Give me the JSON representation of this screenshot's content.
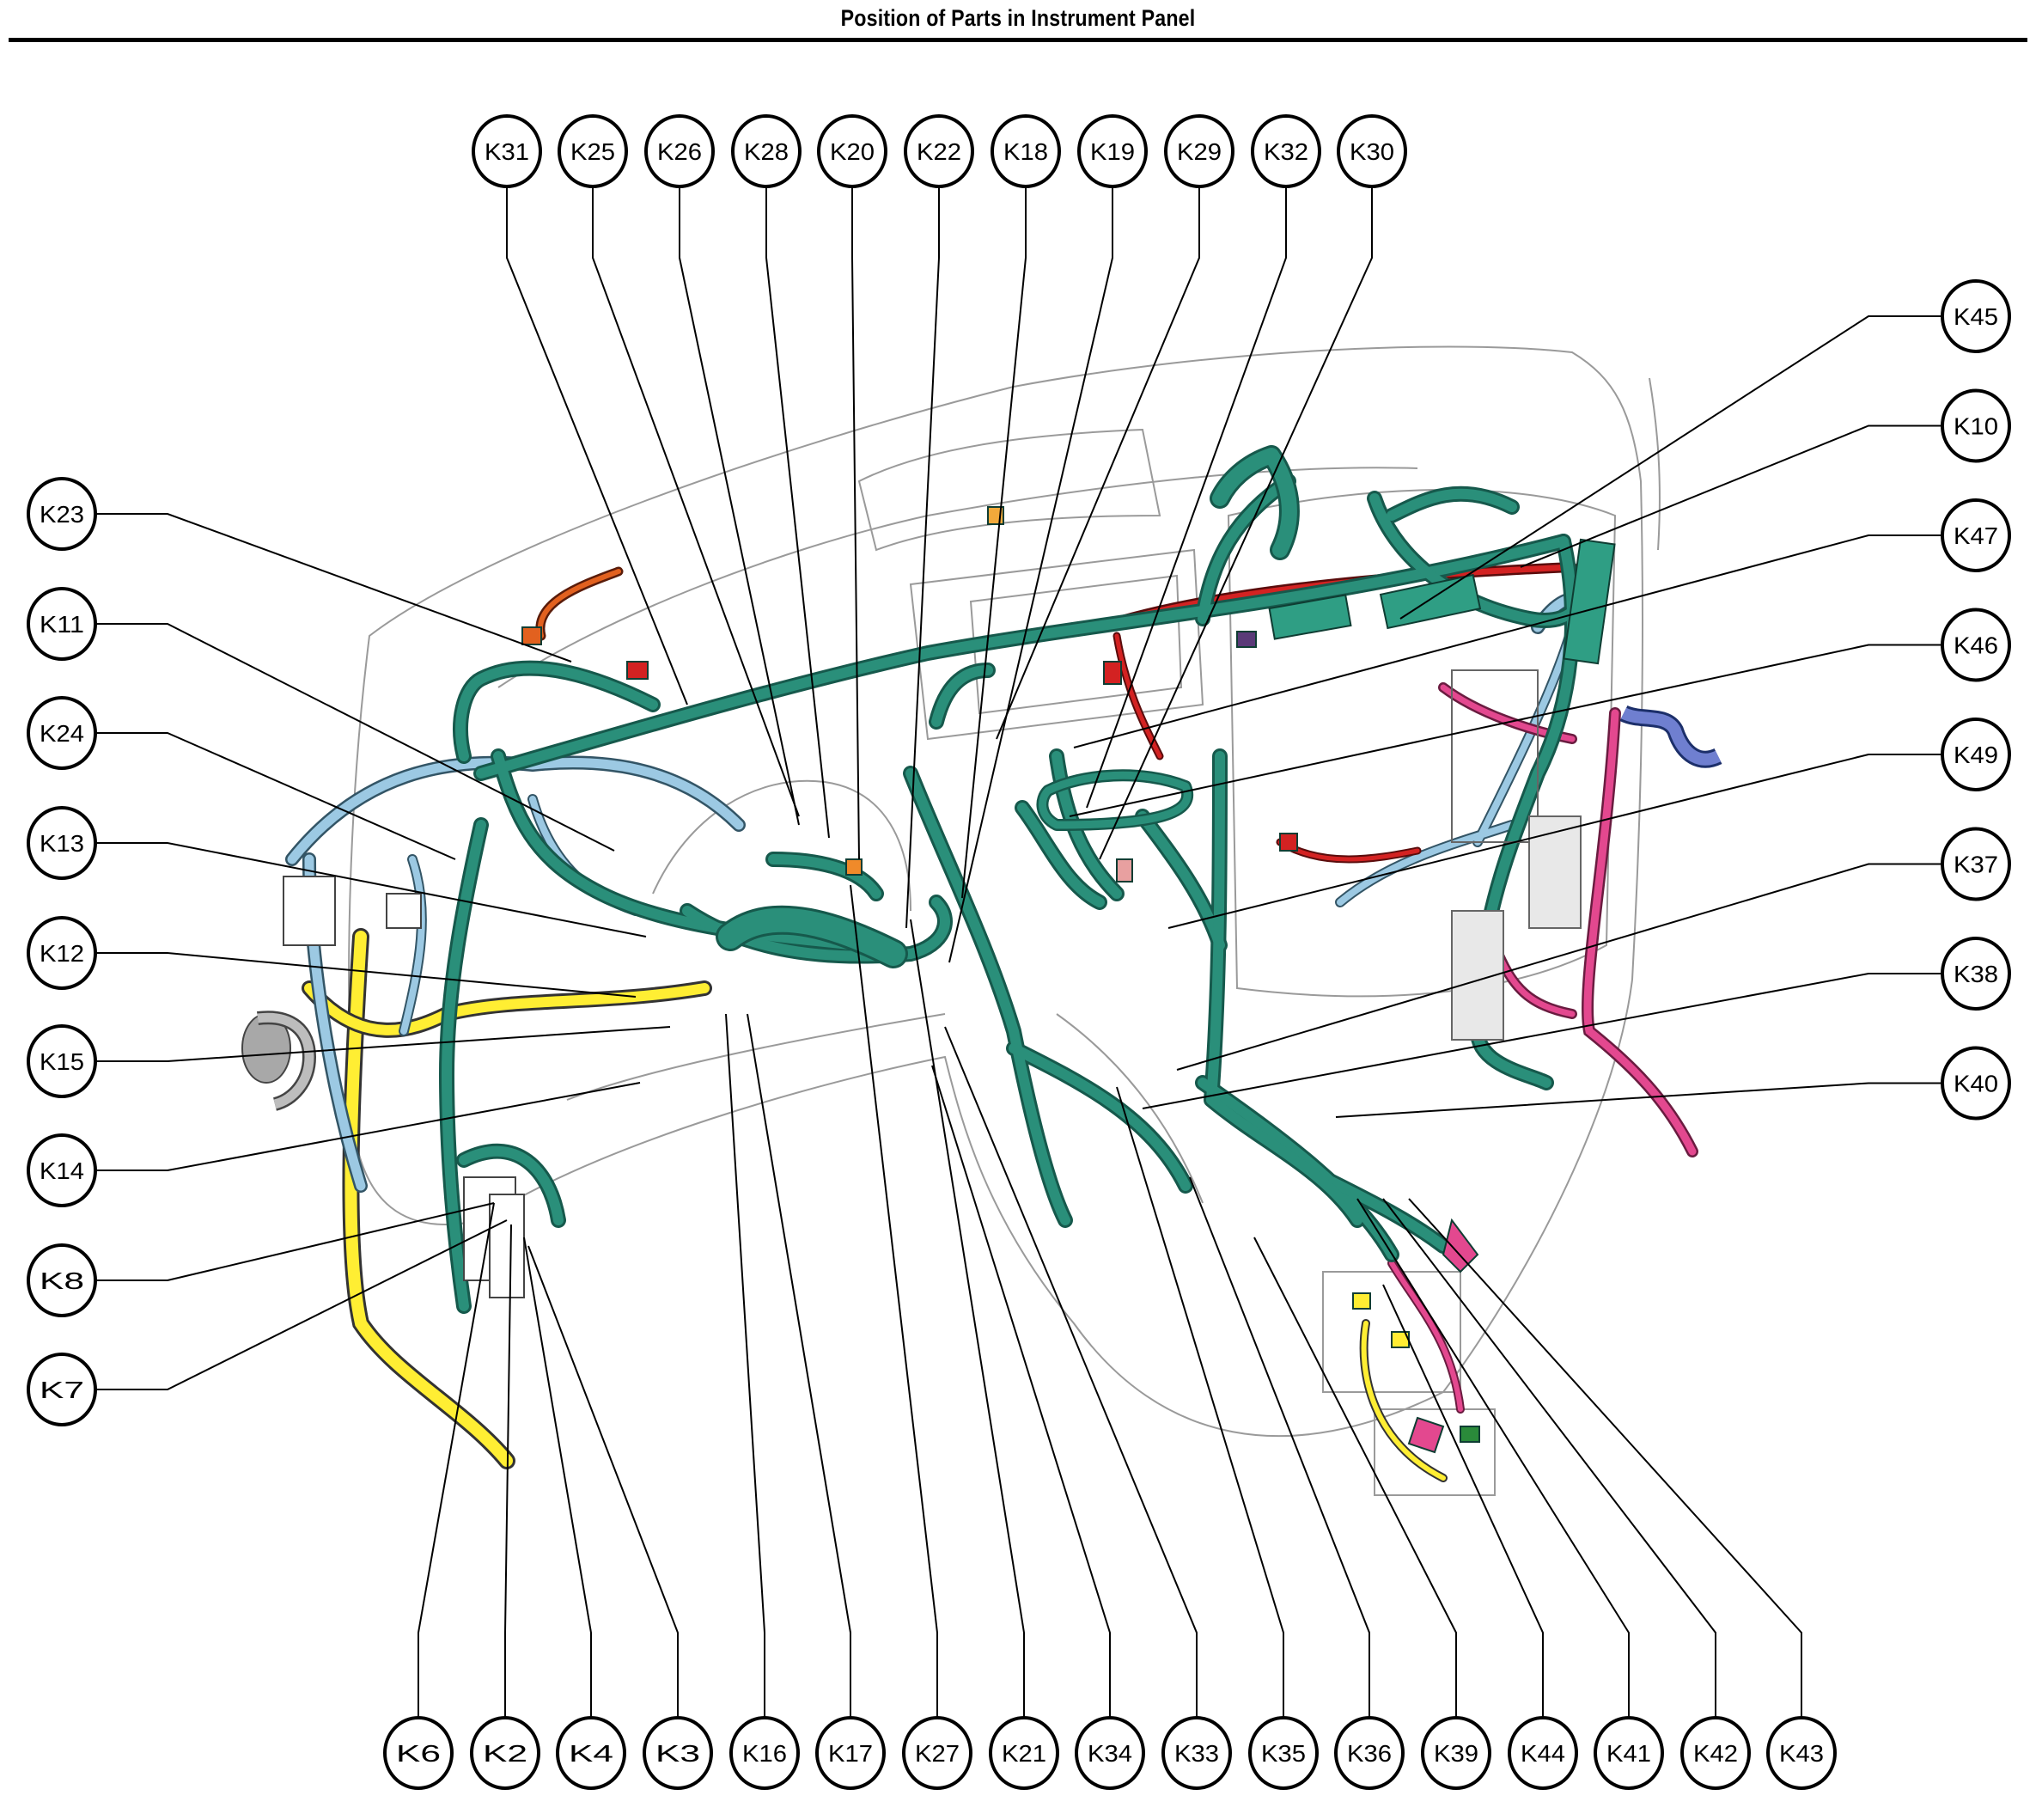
{
  "title": "Position of Parts in Instrument Panel",
  "colors": {
    "harness_main": "#2a8f7a",
    "harness_dark": "#16594c",
    "connector": "#2f9e84",
    "yellow_wire": "#ffee33",
    "blue_wire": "#9cc9e3",
    "pink_wire": "#e3488f",
    "red_wire": "#d32222",
    "orange_wire": "#e2611f",
    "panel_outline": "#9a9a9a",
    "gray_part": "#a8a8a8",
    "purple_part": "#5a3a78",
    "label_line": "#000000"
  },
  "callouts": {
    "top": [
      "K31",
      "K25",
      "K26",
      "K28",
      "K20",
      "K22",
      "K18",
      "K19",
      "K29",
      "K32",
      "K30"
    ],
    "left": [
      "K23",
      "K11",
      "K24",
      "K13",
      "K12",
      "K15",
      "K14",
      "K8",
      "K7"
    ],
    "right": [
      "K45",
      "K10",
      "K47",
      "K46",
      "K49",
      "K37",
      "K38",
      "K40"
    ],
    "bottom": [
      "K6",
      "K2",
      "K4",
      "K3",
      "K16",
      "K17",
      "K27",
      "K21",
      "K34",
      "K33",
      "K35",
      "K36",
      "K39",
      "K44",
      "K41",
      "K42",
      "K43"
    ]
  }
}
